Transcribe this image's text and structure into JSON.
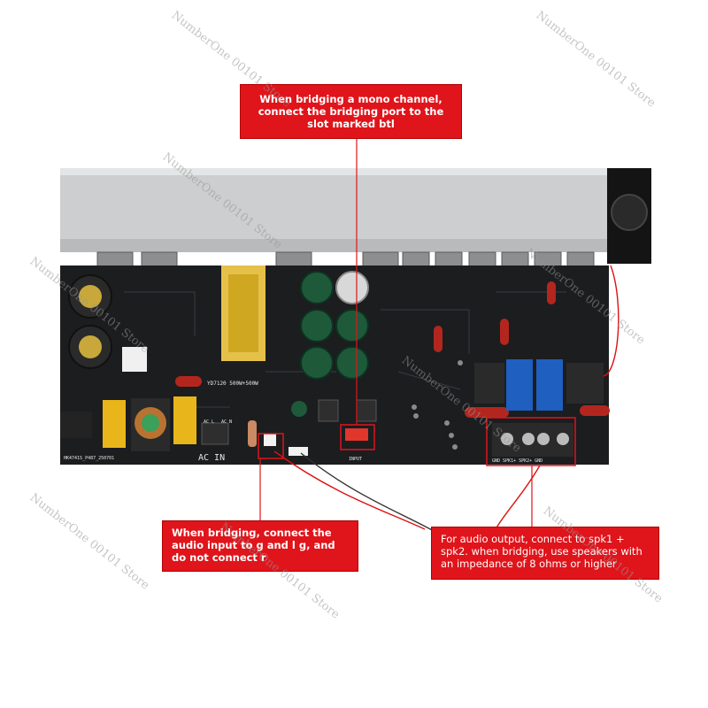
{
  "watermark": {
    "text": "NumberOne 00101 Store"
  },
  "callouts": {
    "top": "When bridging a mono channel, connect the bridging port to the slot marked btl",
    "left": "When bridging, connect the audio input to g and l g, and do not connect r",
    "right": "For audio output, connect to spk1 + spk2. when bridging, use speakers with an impedance of 8 ohms or higher"
  },
  "board_labels": {
    "ac_in": "AC IN",
    "model": "YD7120 500W+500W",
    "input": "INPUT",
    "spk_terminals": "GND SPK1+ SPK2+ GND",
    "ac_l": "AC L",
    "ac_n": "AC N",
    "part_code": "HK4741S_P487_250701"
  },
  "colors": {
    "accent": "#e0141b",
    "pcb": "#1b1d1f",
    "heatsink": "#cfd0d2"
  }
}
